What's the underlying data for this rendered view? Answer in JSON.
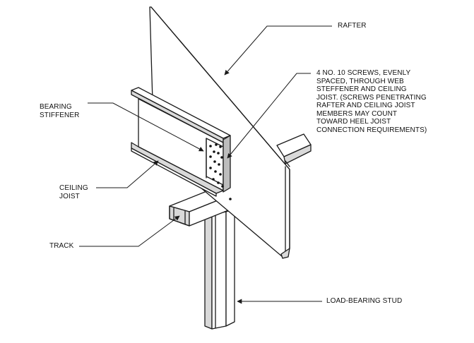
{
  "labels": {
    "rafter": "RAFTER",
    "screws_note": "4 NO. 10 SCREWS, EVENLY\nSPACED, THROUGH WEB\nSTEFFENER AND CEILING\nJOIST. (SCREWS PENETRATING\nRAFTER AND CEILING JOIST\nMEMBERS MAY COUNT\nTOWARD HEEL JOIST\nCONNECTION REQUIREMENTS)",
    "bearing_stiffener": "BEARING\nSTIFFENER",
    "ceiling_joist": "CEILING\nJOIST",
    "track": "TRACK",
    "load_bearing_stud": "LOAD-BEARING STUD"
  }
}
